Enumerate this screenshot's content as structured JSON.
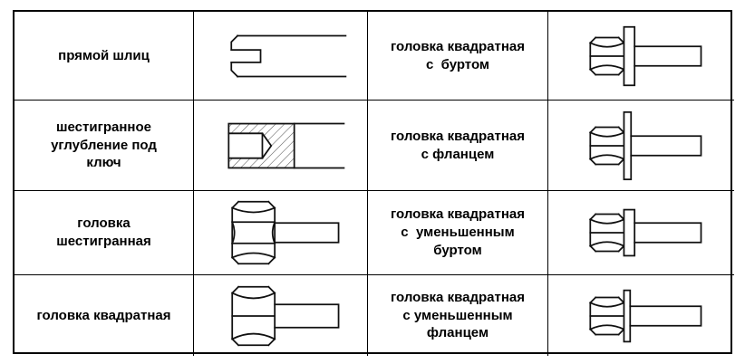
{
  "page": {
    "background": "#ffffff",
    "border_color": "#000000",
    "line_color": "#111111"
  },
  "table": {
    "rows": [
      {
        "left_label": "прямой шлиц",
        "left_drawing": "straight-slot",
        "right_label": "головка квадратная\nс  буртом",
        "right_drawing": "square-head-with-collar"
      },
      {
        "left_label": "шестигранное\nуглубление под\nключ",
        "left_drawing": "hex-socket",
        "right_label": "головка квадратная\nс фланцем",
        "right_drawing": "square-head-with-flange"
      },
      {
        "left_label": "головка\nшестигранная",
        "left_drawing": "hex-head",
        "right_label": "головка квадратная\nс  уменьшенным\nбуртом",
        "right_drawing": "square-head-with-reduced-collar"
      },
      {
        "left_label": "головка квадратная",
        "left_drawing": "square-head",
        "right_label": "головка квадратная\nс уменьшенным\nфланцем",
        "right_drawing": "square-head-with-reduced-flange"
      }
    ]
  }
}
